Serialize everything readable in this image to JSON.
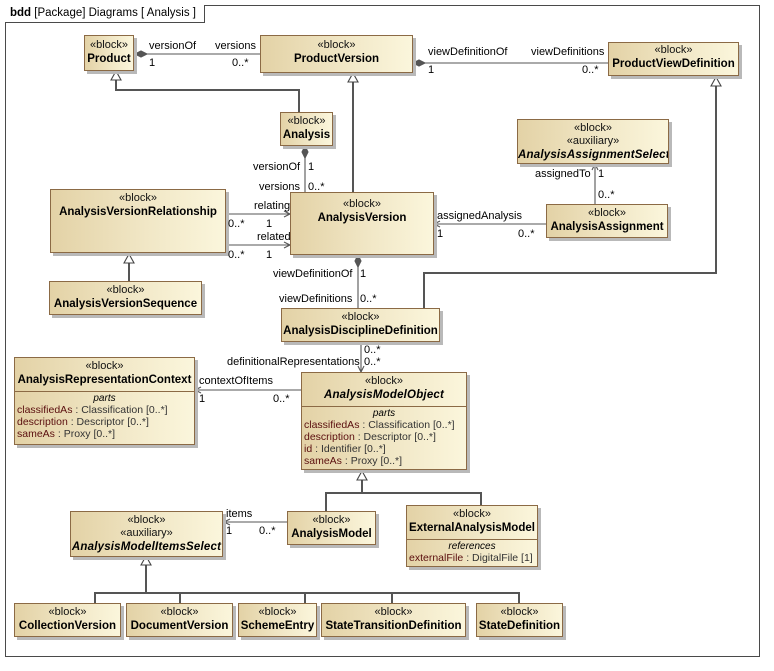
{
  "frame": {
    "kind": "bdd",
    "title": "[Package] Diagrams [ Analysis ]"
  },
  "blocks": {
    "product": {
      "stereotypes": [
        "«block»"
      ],
      "name": "Product"
    },
    "product_version": {
      "stereotypes": [
        "«block»"
      ],
      "name": "ProductVersion"
    },
    "product_view_definition": {
      "stereotypes": [
        "«block»"
      ],
      "name": "ProductViewDefinition"
    },
    "analysis": {
      "stereotypes": [
        "«block»"
      ],
      "name": "Analysis"
    },
    "analysis_assignment_select": {
      "stereotypes": [
        "«block»",
        "«auxiliary»"
      ],
      "name": "AnalysisAssignmentSelect",
      "abstract": true
    },
    "analysis_version_relationship": {
      "stereotypes": [
        "«block»"
      ],
      "name": "AnalysisVersionRelationship"
    },
    "analysis_version": {
      "stereotypes": [
        "«block»"
      ],
      "name": "AnalysisVersion"
    },
    "analysis_assignment": {
      "stereotypes": [
        "«block»"
      ],
      "name": "AnalysisAssignment"
    },
    "analysis_version_sequence": {
      "stereotypes": [
        "«block»"
      ],
      "name": "AnalysisVersionSequence"
    },
    "analysis_discipline_definition": {
      "stereotypes": [
        "«block»"
      ],
      "name": "AnalysisDisciplineDefinition"
    },
    "analysis_representation_context": {
      "stereotypes": [
        "«block»"
      ],
      "name": "AnalysisRepresentationContext",
      "compartment": {
        "title": "parts",
        "properties": [
          {
            "name": "classifiedAs",
            "type": " : Classification [0..*]"
          },
          {
            "name": "description",
            "type": " : Descriptor [0..*]"
          },
          {
            "name": "sameAs",
            "type": " : Proxy [0..*]"
          }
        ]
      }
    },
    "analysis_model_object": {
      "stereotypes": [
        "«block»"
      ],
      "name": "AnalysisModelObject",
      "abstract": true,
      "compartment": {
        "title": "parts",
        "properties": [
          {
            "name": "classifiedAs",
            "type": " : Classification [0..*]"
          },
          {
            "name": "description",
            "type": " : Descriptor [0..*]"
          },
          {
            "name": "id",
            "type": " : Identifier [0..*]"
          },
          {
            "name": "sameAs",
            "type": " : Proxy [0..*]"
          }
        ]
      }
    },
    "analysis_model_items_select": {
      "stereotypes": [
        "«block»",
        "«auxiliary»"
      ],
      "name": "AnalysisModelItemsSelect",
      "abstract": true
    },
    "analysis_model": {
      "stereotypes": [
        "«block»"
      ],
      "name": "AnalysisModel"
    },
    "external_analysis_model": {
      "stereotypes": [
        "«block»"
      ],
      "name": "ExternalAnalysisModel",
      "compartment": {
        "title": "references",
        "properties": [
          {
            "name": "externalFile",
            "type": " : DigitalFile [1]"
          }
        ]
      }
    },
    "collection_version": {
      "stereotypes": [
        "«block»"
      ],
      "name": "CollectionVersion"
    },
    "document_version": {
      "stereotypes": [
        "«block»"
      ],
      "name": "DocumentVersion"
    },
    "scheme_entry": {
      "stereotypes": [
        "«block»"
      ],
      "name": "SchemeEntry"
    },
    "state_transition_definition": {
      "stereotypes": [
        "«block»"
      ],
      "name": "StateTransitionDefinition"
    },
    "state_definition": {
      "stereotypes": [
        "«block»"
      ],
      "name": "StateDefinition"
    }
  },
  "labels": {
    "p_versionOf": "versionOf",
    "p_1": "1",
    "p_versions": "versions",
    "p_0n": "0..*",
    "pv_viewDefinitionOf": "viewDefinitionOf",
    "pv_1": "1",
    "pv_viewDefinitions": "viewDefinitions",
    "pv_0n": "0..*",
    "a_versionOf": "versionOf",
    "a_1": "1",
    "a_versions": "versions",
    "a_0n": "0..*",
    "avr_relating": "relating",
    "avr_rel_0n": "0..*",
    "avr_rel_1": "1",
    "avr_related": "related",
    "avr_rld_0n": "0..*",
    "avr_rld_1": "1",
    "aa_assignedAnalysis": "assignedAnalysis",
    "aa_1": "1",
    "aa_0n": "0..*",
    "aas_assignedTo": "assignedTo",
    "aas_1": "1",
    "aas_0n": "0..*",
    "av_viewDefinitionOf": "viewDefinitionOf",
    "av_1": "1",
    "av_viewDefinitions": "viewDefinitions",
    "av_0n": "0..*",
    "add_0n_a": "0..*",
    "add_definitionalRepresentations": "definitionalRepresentations",
    "add_0n_b": "0..*",
    "arc_contextOfItems": "contextOfItems",
    "arc_1": "1",
    "arc_0n": "0..*",
    "ams_items": "items",
    "ams_1": "1",
    "ams_0n": "0..*"
  }
}
